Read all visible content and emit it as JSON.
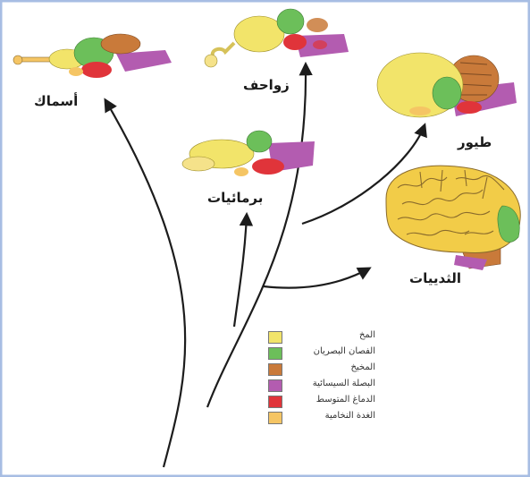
{
  "labels": {
    "fish": "أسماك",
    "reptiles": "زواحف",
    "amphibians": "برمائيات",
    "birds": "طيور",
    "mammals": "الثدييات"
  },
  "legend": [
    {
      "label": "المخ",
      "color": "#f2e46a"
    },
    {
      "label": "الفصان البصريان",
      "color": "#6cbf5a"
    },
    {
      "label": "المخيخ",
      "color": "#c97a3a"
    },
    {
      "label": "البصلة السيسائية",
      "color": "#b35cb0"
    },
    {
      "label": "الدماغ المتوسط",
      "color": "#e0343a"
    },
    {
      "label": "الغدة النخامية",
      "color": "#f5c564"
    }
  ],
  "colors": {
    "border": "#a7bde3",
    "arrow": "#1c1c1c"
  }
}
